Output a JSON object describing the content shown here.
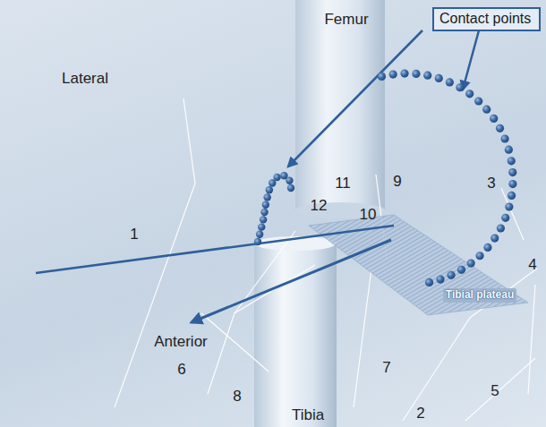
{
  "diagram": {
    "nodes": [
      {
        "text": [
          "Contact points"
        ]
      }
    ],
    "labels": [
      "Femur",
      "Lateral",
      "11",
      "9",
      "3",
      "1",
      "12",
      "10",
      "4",
      "Anterior",
      "Tibial plateau",
      "6",
      "7",
      "5",
      "8",
      "Tibia",
      "2"
    ]
  }
}
